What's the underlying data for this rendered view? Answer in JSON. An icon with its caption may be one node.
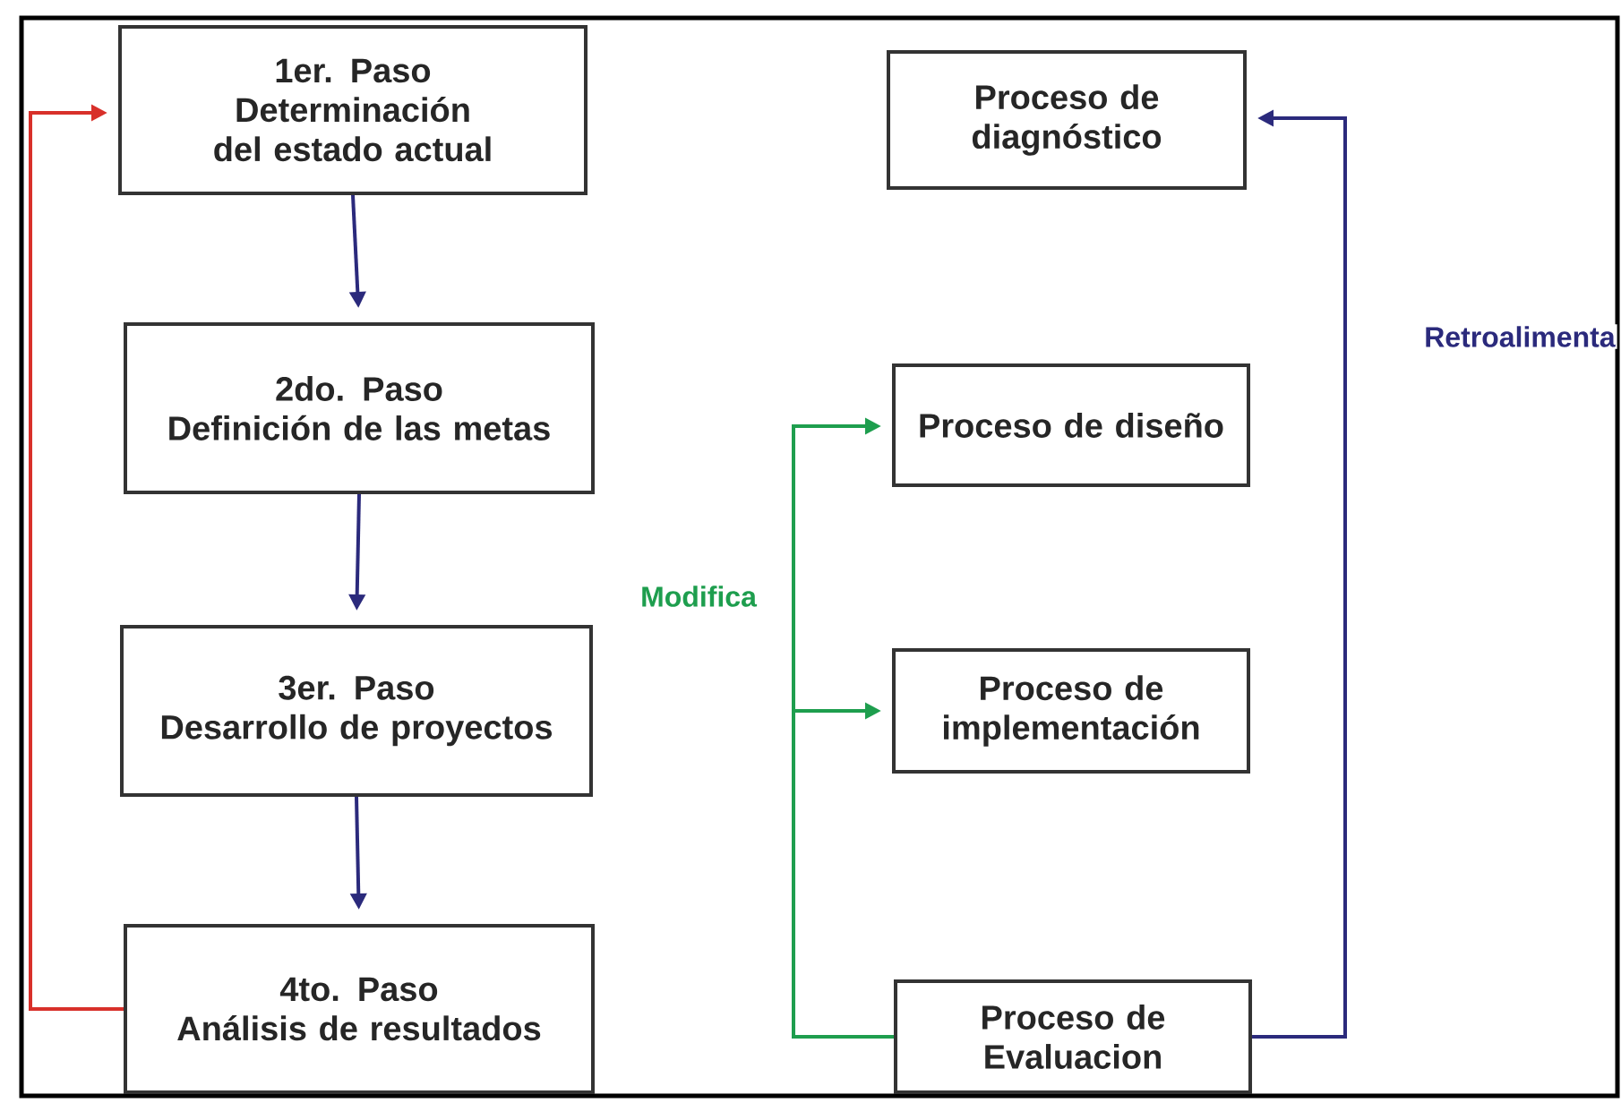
{
  "diagram": {
    "nodes": [
      {
        "text": [
          "1er. Paso",
          "Determinación del estado actual"
        ]
      },
      {
        "text": [
          "2do. Paso",
          "Definición de las metas"
        ]
      },
      {
        "text": [
          "3er. Paso",
          "Desarrollo de proyectos"
        ]
      },
      {
        "text": [
          "4to. Paso",
          "Análisis de resultados"
        ]
      },
      {
        "text": [
          "Proceso de diagnóstico"
        ]
      },
      {
        "text": [
          "Proceso de diseño"
        ]
      },
      {
        "text": [
          "Proceso de implementación"
        ]
      },
      {
        "text": [
          "Proceso de Evaluacion"
        ]
      }
    ],
    "edges": [
      {
        "from": 0,
        "to": 1,
        "arrow": "to"
      },
      {
        "from": 1,
        "to": 2,
        "arrow": "to"
      },
      {
        "from": 2,
        "to": 3,
        "arrow": "to"
      },
      {
        "from": 3,
        "to": 0,
        "arrow": "to",
        "color": "#d8302a"
      },
      {
        "from": 7,
        "to": 5,
        "arrow": "to",
        "color": "#1e9e4e",
        "label": "Modifica"
      },
      {
        "from": 7,
        "to": 6,
        "arrow": "to",
        "color": "#1e9e4e"
      },
      {
        "from": 7,
        "to": 4,
        "arrow": "to",
        "label": "Retroalimenta"
      }
    ]
  }
}
